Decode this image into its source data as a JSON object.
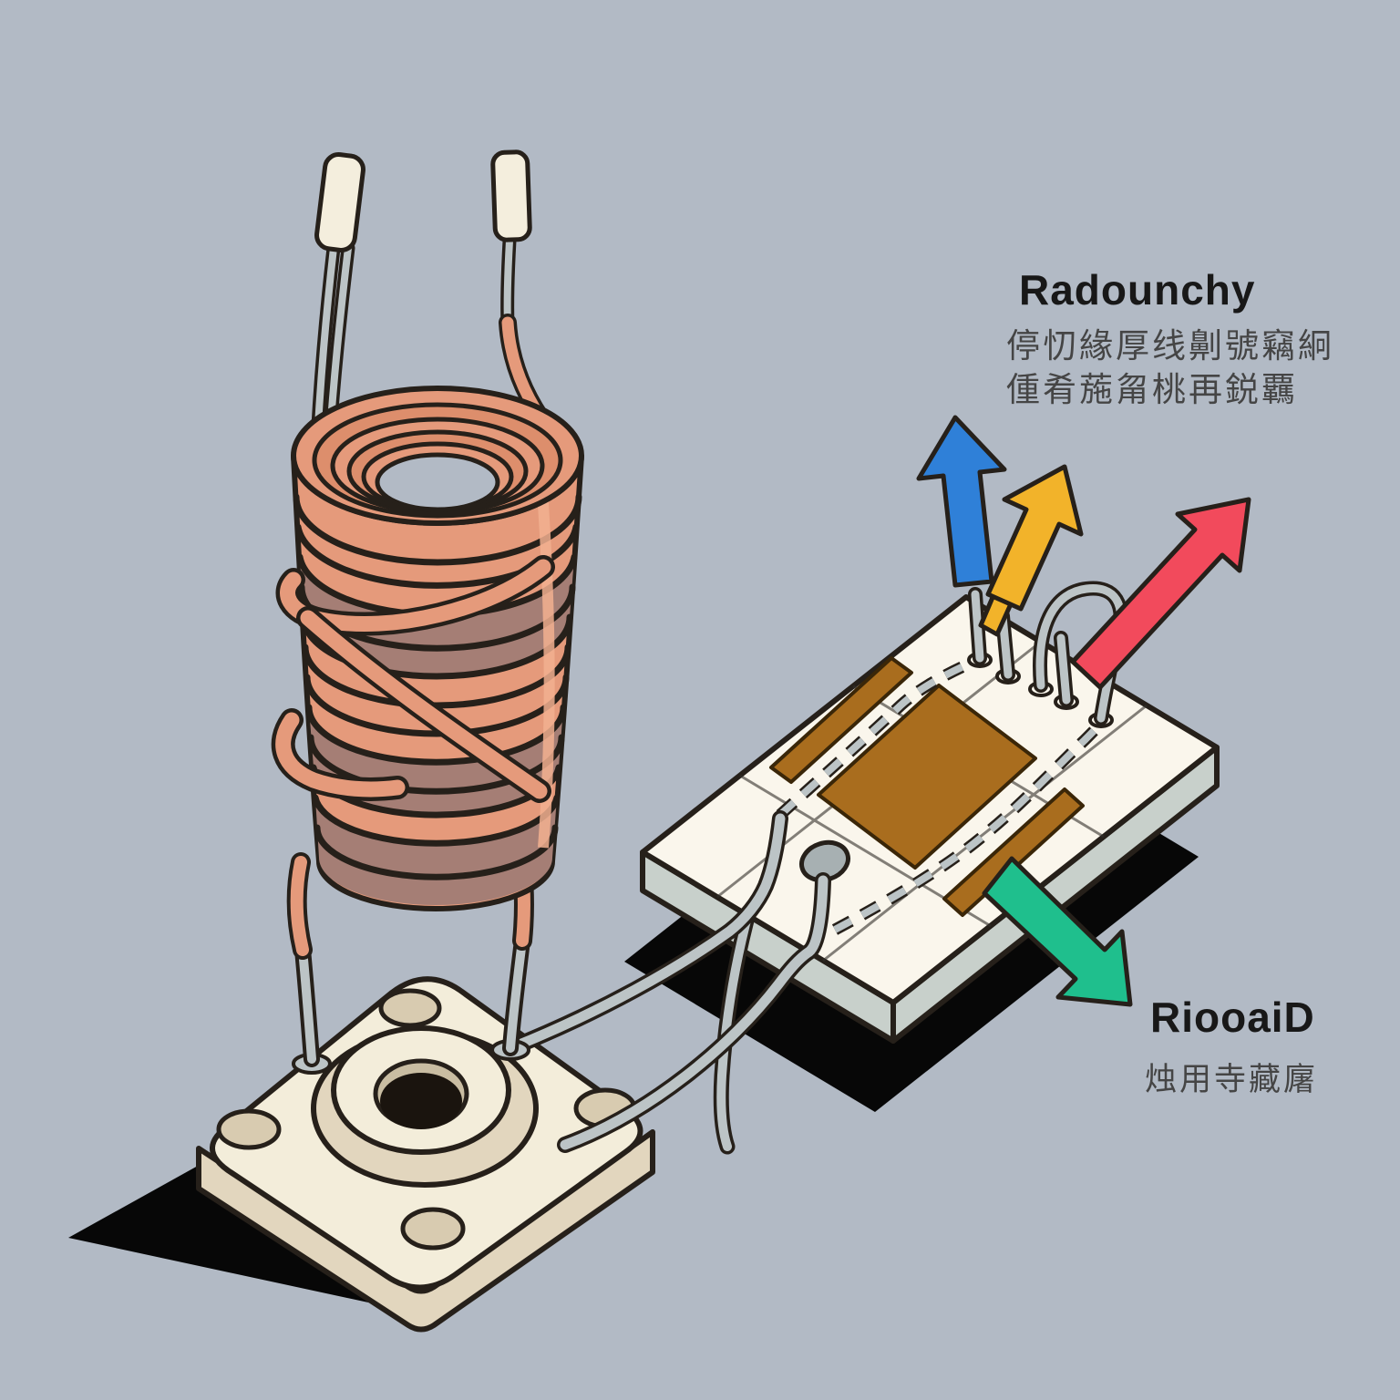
{
  "scene": {
    "description": "Cartoon isometric illustration of a copper induction coil mounted on a ceramic plate, wired to a white circuit board with a copper pad; colored arrows indicate directions",
    "background_color": "#b2bac5"
  },
  "annotations": {
    "top": {
      "title": "Radounchy",
      "line1": "停忉緣厚线劓號竊絅",
      "line2": "偅肴葹甮桃再鋭覊"
    },
    "bottom": {
      "title": "RiooaiD",
      "line1": "烛用寺藏廜"
    }
  },
  "arrows": [
    {
      "name": "blue-arrow",
      "color": "#2f80d8",
      "direction": "up"
    },
    {
      "name": "yellow-arrow",
      "color": "#f2b32a",
      "direction": "up-right"
    },
    {
      "name": "red-arrow",
      "color": "#f24a5c",
      "direction": "up-right"
    },
    {
      "name": "green-arrow",
      "color": "#1fbf8d",
      "direction": "down-right"
    }
  ],
  "components": {
    "coil": "copper coil with loose winding wrap",
    "terminals": "two cream terminal caps on gray leads",
    "plate": "cream mounting plate with center boss hole and four corner holes",
    "board": "white circuit board with copper pad, dashed traces, five pins and a small bead component"
  },
  "colors": {
    "bg": "#b2bac5",
    "ink": "#26201a",
    "coil": "#e59a7b",
    "coilshade": "#dd8e6c",
    "coilband": "#a57e75",
    "coilhi": "#f2b091",
    "cap": "#f4eedd",
    "wire": "#bcc4c6",
    "platetop": "#f3edda",
    "plateside": "#e2d6be",
    "platehole": "#d8cbb0",
    "bosswall": "#c9bda2",
    "holedark": "#1a140e",
    "boardtop": "#faf6ec",
    "boardside": "#c8d0cb",
    "copper": "#a96d1e",
    "comp": "#a7b0b2",
    "shadow": "#070707",
    "arrowblue": "#2f80d8",
    "arrowyellow": "#f2b32a",
    "arrowred": "#f24a5c",
    "arrowgreen": "#1fbf8d",
    "text1": "#181818",
    "text2": "#454545"
  }
}
